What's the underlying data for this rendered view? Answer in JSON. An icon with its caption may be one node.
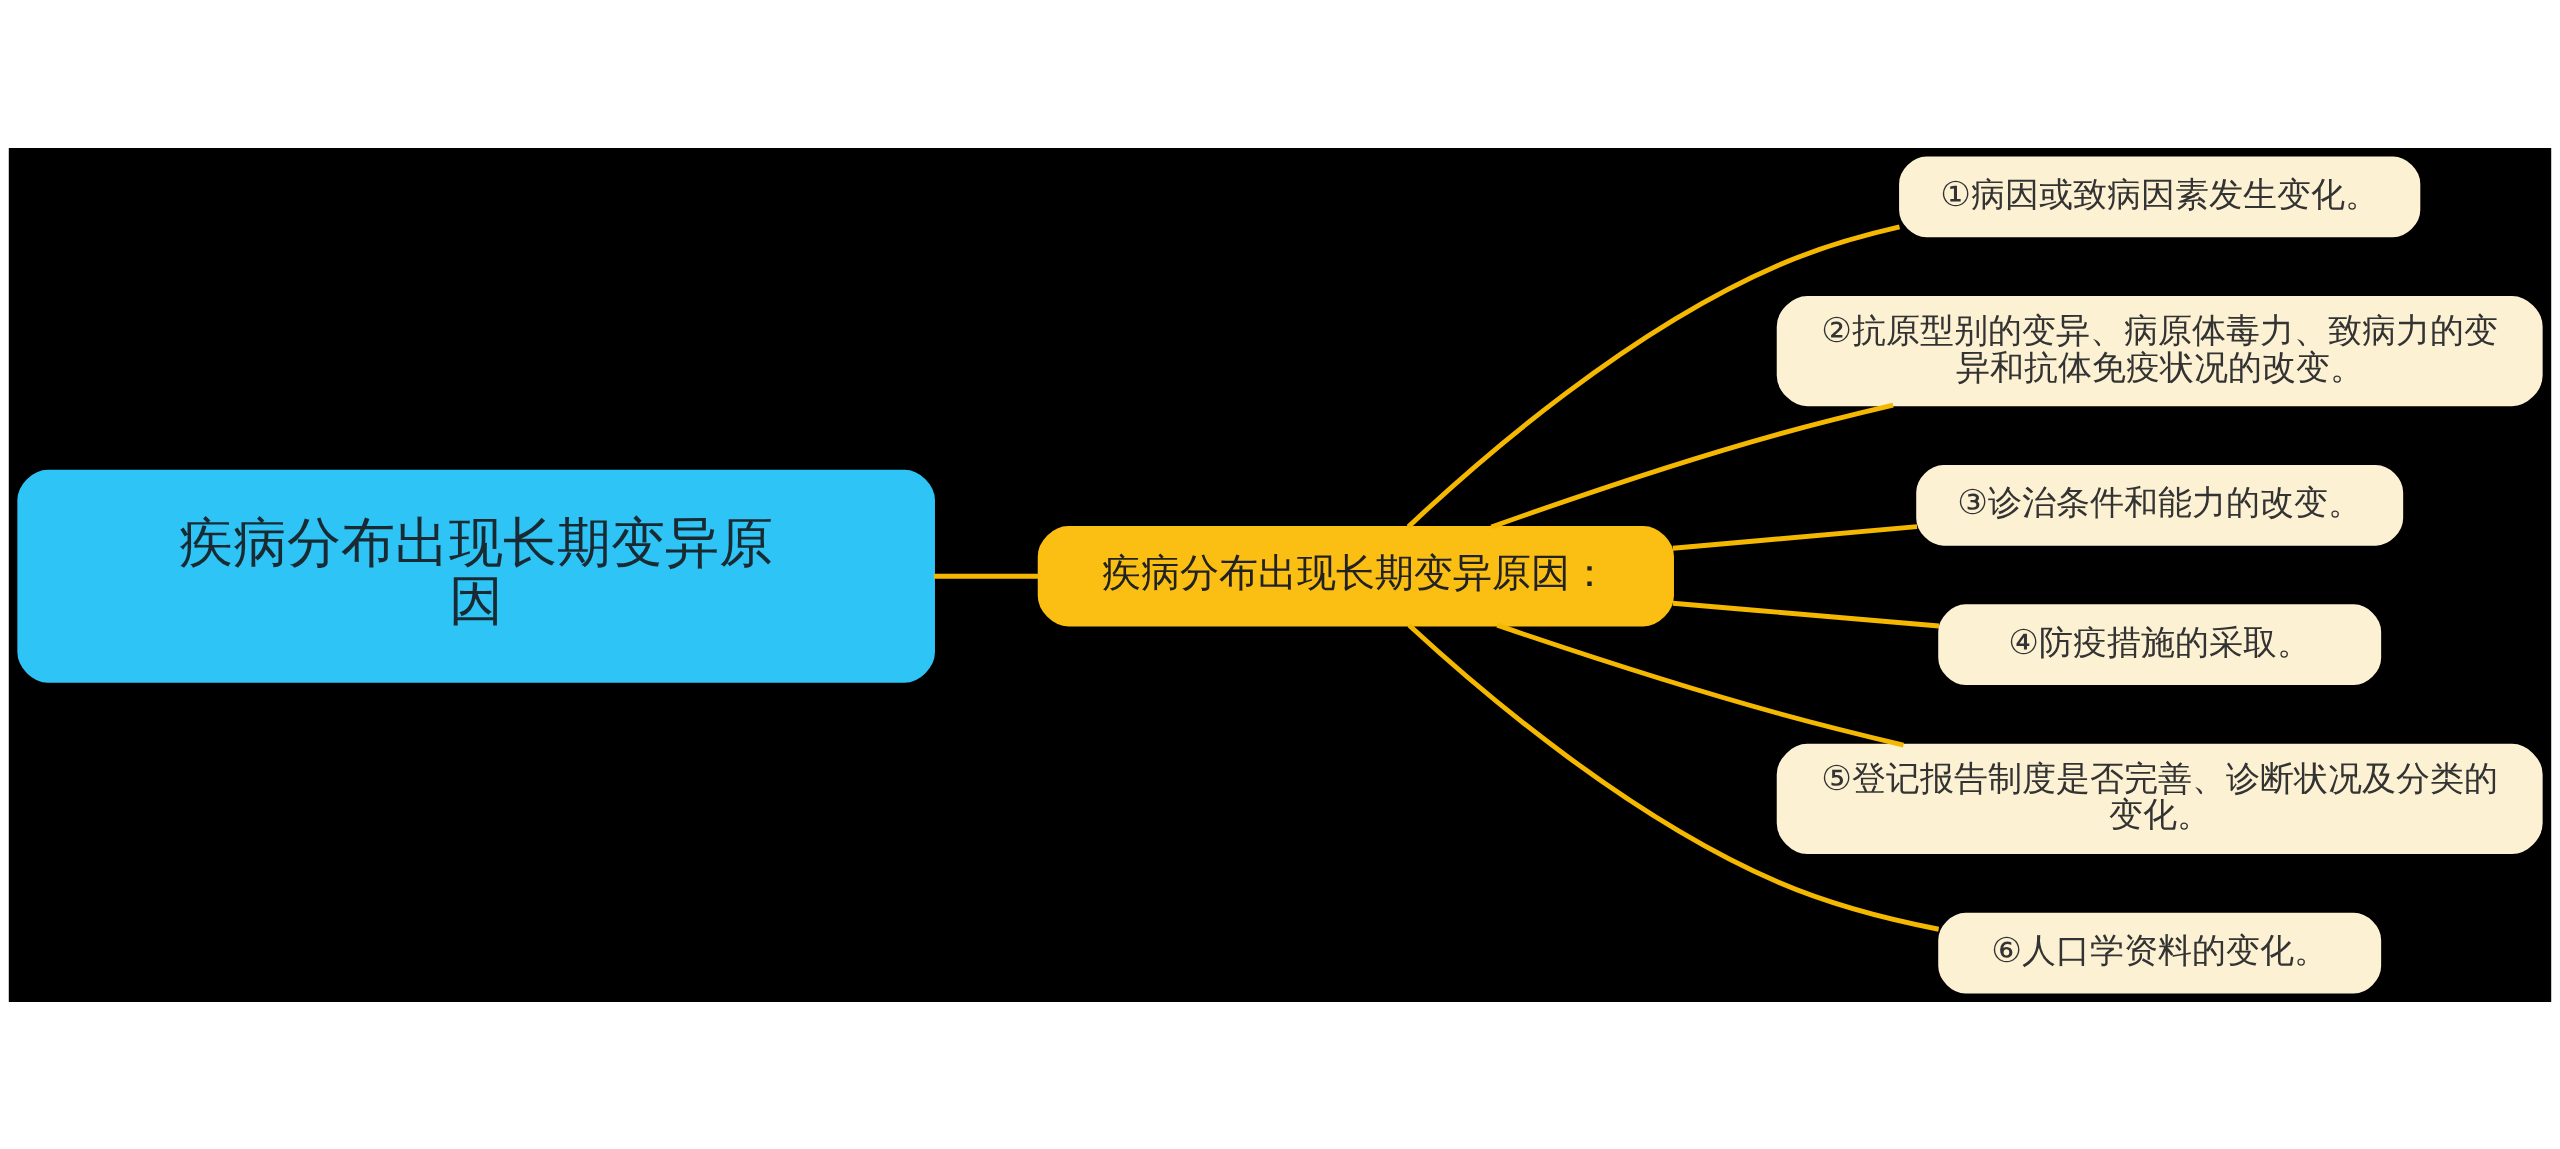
{
  "diagram": {
    "nodes": [
      {
        "text": [
          "疾病分布出现长期变异原因"
        ]
      },
      {
        "text": [
          "疾病分布出现长期变异原因："
        ]
      },
      {
        "text": [
          "①病因或致病因素发生变化。"
        ]
      },
      {
        "text": [
          "②抗原型别的变异、病原体毒力、致病力的变异和抗体免疫状况的改变。"
        ]
      },
      {
        "text": [
          "③诊治条件和能力的改变。"
        ]
      },
      {
        "text": [
          "④防疫措施的采取。"
        ]
      },
      {
        "text": [
          "⑤登记报告制度是否完善、诊断状况及分类的变化。"
        ]
      },
      {
        "text": [
          "⑥人口学资料的变化。"
        ]
      }
    ],
    "edges": [
      {
        "from": 0,
        "to": 1,
        "arrow": "none"
      },
      {
        "from": 1,
        "to": 2,
        "arrow": "none"
      },
      {
        "from": 1,
        "to": 3,
        "arrow": "none"
      },
      {
        "from": 1,
        "to": 4,
        "arrow": "none"
      },
      {
        "from": 1,
        "to": 5,
        "arrow": "none"
      },
      {
        "from": 1,
        "to": 6,
        "arrow": "none"
      },
      {
        "from": 1,
        "to": 7,
        "arrow": "none"
      }
    ]
  }
}
